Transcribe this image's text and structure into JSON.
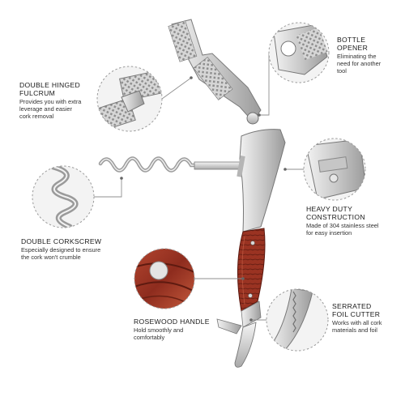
{
  "features": {
    "bottle_opener": {
      "title": [
        "BOTTLE",
        "OPENER"
      ],
      "desc": [
        "Eliminating the",
        "need for another",
        "tool"
      ]
    },
    "double_hinged_fulcrum": {
      "title": [
        "DOUBLE HINGED",
        "FULCRUM"
      ],
      "desc": [
        "Provides you with extra",
        "leverage and easier",
        "cork removal"
      ]
    },
    "heavy_duty_construction": {
      "title": [
        "HEAVY DUTY",
        "CONSTRUCTION"
      ],
      "desc": [
        "Made of 304 stainless steel",
        "for easy insertion"
      ]
    },
    "double_corkscrew": {
      "title": [
        "DOUBLE CORKSCREW"
      ],
      "desc": [
        "Especially designed to ensure",
        "the cork won't crumble"
      ]
    },
    "rosewood_handle": {
      "title": [
        "ROSEWOOD HANDLE"
      ],
      "desc": [
        "Hold smoothly and",
        "comfortably"
      ]
    },
    "serrated_foil_cutter": {
      "title": [
        "SERRATED",
        "FOIL CUTTER"
      ],
      "desc": [
        "Works with all cork",
        "materials and foil"
      ]
    }
  },
  "colors": {
    "steel_light": "#e9e9e9",
    "steel_mid": "#bcbcbc",
    "steel_dark": "#8a8a8a",
    "rosewood": "#a23a2a",
    "rosewood_dark": "#6e1f15",
    "leader": "#8f8f8f"
  }
}
